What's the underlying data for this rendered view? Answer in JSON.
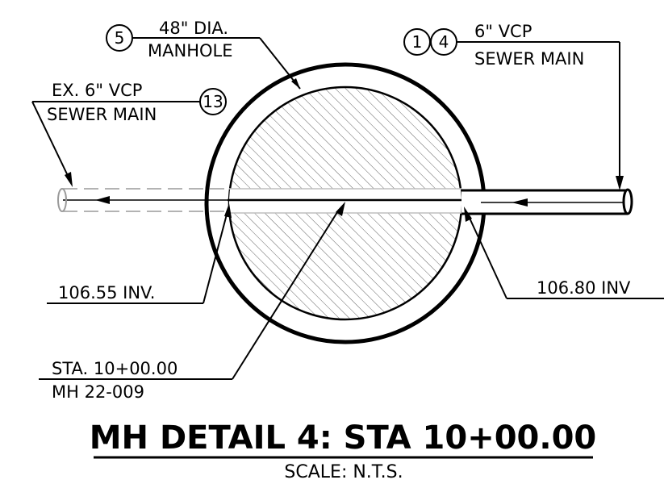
{
  "labels": {
    "manhole_line1": "48\" DIA.",
    "manhole_line2": "MANHOLE",
    "manhole_callout": "5",
    "incoming_line1": "6\" VCP",
    "incoming_line2": "SEWER MAIN",
    "incoming_callout_a": "1",
    "incoming_callout_b": "4",
    "outgoing_line1": "EX. 6\" VCP",
    "outgoing_line2": "SEWER MAIN",
    "outgoing_callout": "13",
    "inv_out": "106.55 INV.",
    "inv_in": "106.80 INV",
    "station": "STA. 10+00.00",
    "manhole_id": "MH 22-009",
    "title": "MH DETAIL 4: STA 10+00.00",
    "scale": "SCALE: N.T.S."
  }
}
